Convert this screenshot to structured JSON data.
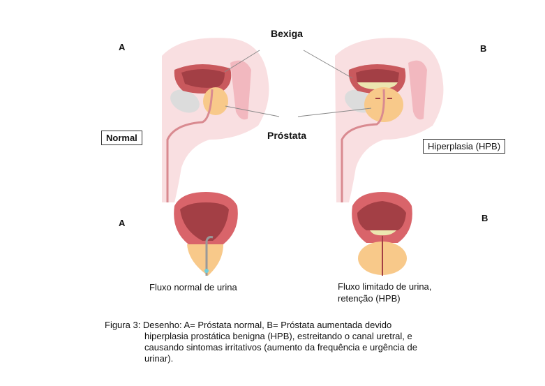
{
  "labels": {
    "top_left_letter": "A",
    "top_right_letter": "B",
    "bladder": "Bexiga",
    "prostate": "Próstata",
    "normal": "Normal",
    "hyperplasia": "Hiperplasia (HPB)",
    "bottom_left_letter": "A",
    "bottom_right_letter": "B",
    "normal_flow": "Fluxo normal de urina",
    "limited_flow_line1": "Fluxo limitado de urina,",
    "limited_flow_line2": "retenção (HPB)"
  },
  "caption": {
    "prefix": "Figura 3: ",
    "line1": "Desenho: A= Próstata normal, B= Próstata aumentada devido",
    "line2": "hiperplasia prostática benigna (HPB), estreitando o canal uretral, e",
    "line3": "causando sintomas irritativos (aumento da frequência e urgência de",
    "line4": "urinar)."
  },
  "colors": {
    "body": "#f9dfe1",
    "bladder_wall": "#c9595d",
    "bladder_inner": "#a33f45",
    "prostate": "#f8c98a",
    "bone": "#dcdcdc"
  }
}
